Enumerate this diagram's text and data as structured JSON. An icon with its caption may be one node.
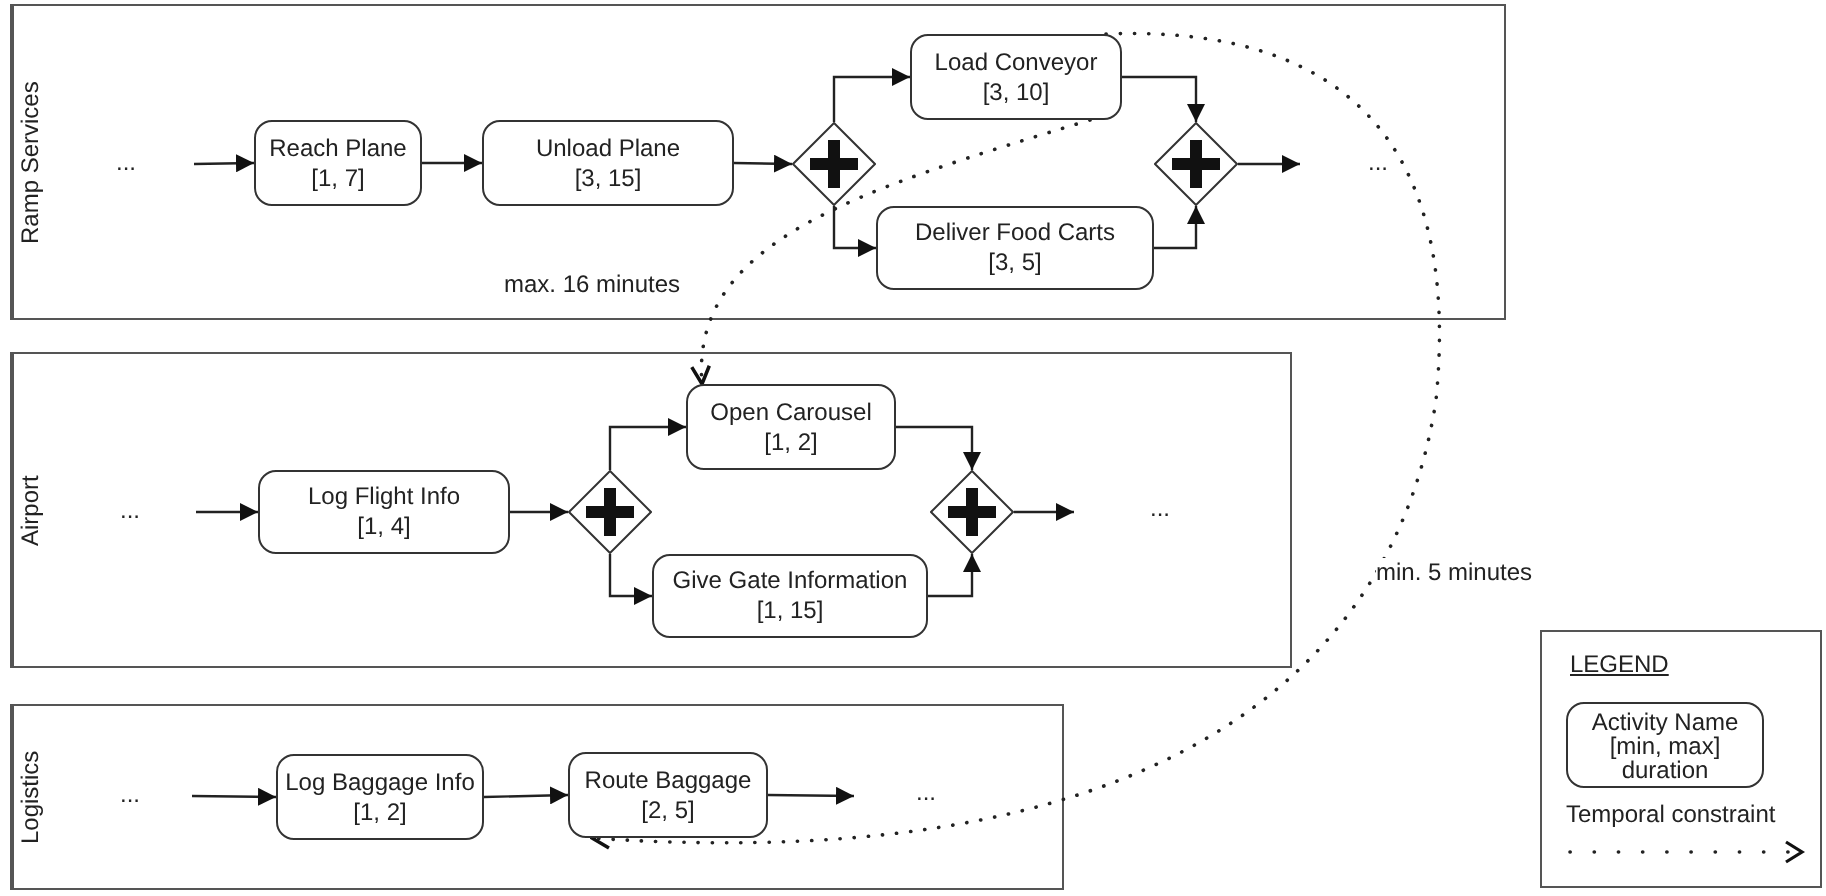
{
  "diagram": {
    "nodes": [
      {
        "text": [
          "Ramp Services"
        ]
      },
      {
        "text": [
          "Reach Plane",
          "[1, 7]"
        ],
        "in": 0
      },
      {
        "text": [
          "Unload Plane",
          "[3, 15]"
        ],
        "in": 0
      },
      {
        "text": [],
        "shape": "diamond",
        "in": 0
      },
      {
        "text": [
          "Load Conveyor",
          "[3, 10]"
        ],
        "in": 0
      },
      {
        "text": [
          "Deliver Food Carts",
          "[3, 5]"
        ],
        "in": 0
      },
      {
        "text": [],
        "shape": "diamond",
        "in": 0
      },
      {
        "text": [
          "Airport"
        ]
      },
      {
        "text": [
          "Log Flight Info",
          "[1, 4]"
        ],
        "in": 7
      },
      {
        "text": [],
        "shape": "diamond",
        "in": 7
      },
      {
        "text": [
          "Open Carousel",
          "[1, 2]"
        ],
        "in": 7
      },
      {
        "text": [
          "Give Gate Information",
          "[1, 15]"
        ],
        "in": 7
      },
      {
        "text": [],
        "shape": "diamond",
        "in": 7
      },
      {
        "text": [
          "Logistics"
        ]
      },
      {
        "text": [
          "Log Baggage Info",
          "[1, 2]"
        ],
        "in": 13
      },
      {
        "text": [
          "Route Baggage",
          "[2, 5]"
        ],
        "in": 13
      }
    ],
    "edges": [
      {
        "from": null,
        "to": 1,
        "arrow": "to"
      },
      {
        "from": 1,
        "to": 2,
        "arrow": "to"
      },
      {
        "from": 2,
        "to": 3,
        "arrow": "to"
      },
      {
        "from": 3,
        "to": 4,
        "arrow": "to"
      },
      {
        "from": 3,
        "to": 5,
        "arrow": "to"
      },
      {
        "from": 4,
        "to": 6,
        "arrow": "to"
      },
      {
        "from": 5,
        "to": 6,
        "arrow": "to"
      },
      {
        "from": 6,
        "to": null,
        "arrow": "to"
      },
      {
        "from": null,
        "to": 8,
        "arrow": "to"
      },
      {
        "from": 8,
        "to": 9,
        "arrow": "to"
      },
      {
        "from": 9,
        "to": 10,
        "arrow": "to"
      },
      {
        "from": 9,
        "to": 11,
        "arrow": "to"
      },
      {
        "from": 10,
        "to": 12,
        "arrow": "to"
      },
      {
        "from": 11,
        "to": 12,
        "arrow": "to"
      },
      {
        "from": 12,
        "to": null,
        "arrow": "to"
      },
      {
        "from": null,
        "to": 14,
        "arrow": "to"
      },
      {
        "from": 14,
        "to": 15,
        "arrow": "to"
      },
      {
        "from": 15,
        "to": null,
        "arrow": "to"
      },
      {
        "from": 4,
        "to": 10,
        "arrow": "to",
        "style": "dashed",
        "label": "max. 16 minutes"
      },
      {
        "from": 4,
        "to": 15,
        "arrow": "to",
        "style": "dashed",
        "label": "min. 5 minutes"
      }
    ],
    "labels": [
      "...",
      "...",
      "...",
      "...",
      "...",
      "...",
      "LEGEND"
    ],
    "legend": [
      {
        "text": "Activity Name [min, max] duration"
      },
      {
        "text": "Temporal constraint"
      }
    ]
  }
}
